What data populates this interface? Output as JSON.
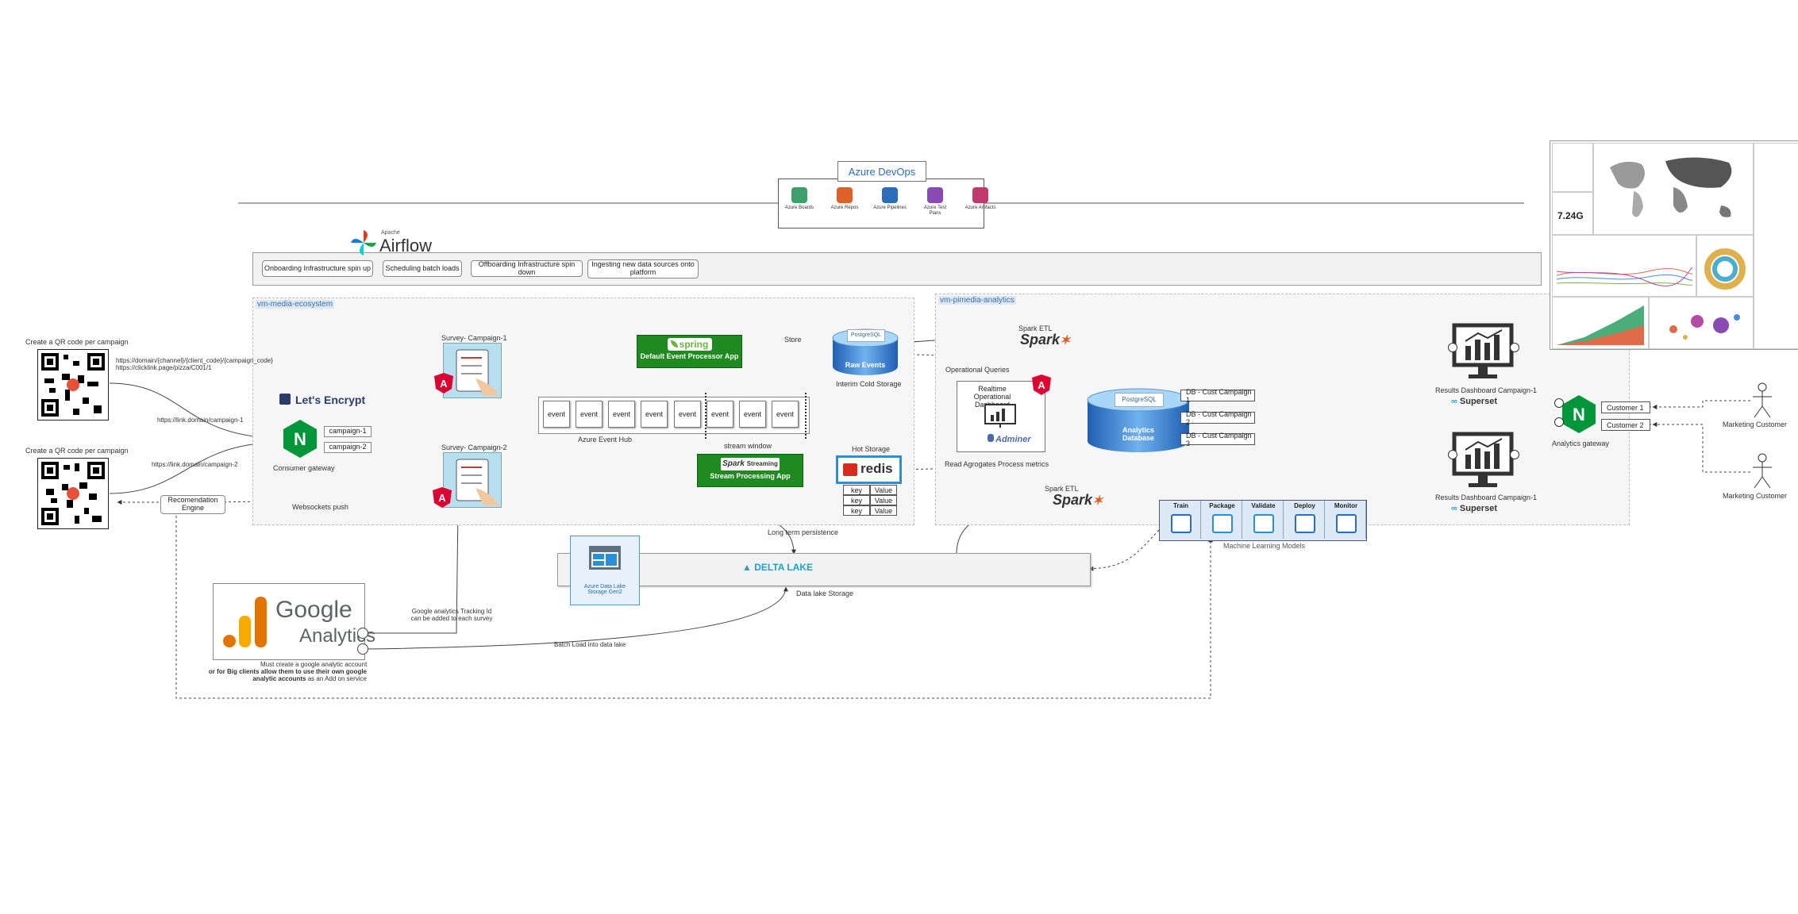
{
  "devops": {
    "title": "Azure DevOps",
    "tools": [
      "Azure Boards",
      "Azure Repos",
      "Azure Pipelines",
      "Azure Test Plans",
      "Azure Artifacts"
    ]
  },
  "airflow": {
    "apache": "Apache",
    "name": "Airflow",
    "tasks": [
      "Onboarding Infrastructure spin up",
      "Scheduling batch loads",
      "Offboarding Infrastructure spin down",
      "Ingesting new data sources onto platform"
    ]
  },
  "regions": {
    "ecosystem": "vm-media-ecosystem",
    "analytics": "vm-pimedia-analytics"
  },
  "qr": {
    "title1": "Create a QR code per campaign",
    "title2": "Create a QR code per campaign",
    "url_pattern": "https://domain/{channel}/{client_code}/{campaign_code}",
    "url_example": "https://clicklink.page/pizza/C001/1",
    "link1": "https://link.domain/campaign-1",
    "link2": "https://link.domain/campaign-2"
  },
  "gateway": {
    "letsencrypt": "Let's Encrypt",
    "label": "Consumer gateway",
    "route1": "campaign-1",
    "route2": "campaign-2"
  },
  "surveys": {
    "s1": "Survey- Campaign-1",
    "s2": "Survey- Campaign-2"
  },
  "recommendation": {
    "label": "Recomendation Engine",
    "push": "Websockets push"
  },
  "spring_app": {
    "brand": "spring",
    "label": "Default Event Processor App"
  },
  "event_hub": {
    "label": "Azure Event Hub",
    "events": [
      "event",
      "event",
      "event",
      "event",
      "event",
      "event",
      "event",
      "event"
    ],
    "window": "stream window"
  },
  "raw_events": {
    "db": "PostgreSQL",
    "label": "Raw Events",
    "caption": "Interim Cold Storage",
    "store": "Store"
  },
  "stream_app": {
    "brand": "Spark",
    "streaming": "Streaming",
    "label": "Stream Processing App"
  },
  "hot_storage": {
    "title": "Hot Storage",
    "brand": "redis",
    "rows": [
      [
        "key",
        "Value"
      ],
      [
        "key",
        "Value"
      ],
      [
        "key",
        "Value"
      ]
    ]
  },
  "realtime": {
    "title": "Realtime Operational Dashboard",
    "adminer": "Adminer",
    "ops_queries": "Operational Queries",
    "read_agg": "Read Agrogates Process metrics"
  },
  "spark_etl": {
    "top": "Spark ETL",
    "bottom": "Spark ETL",
    "brand": "Spark"
  },
  "analytics_db": {
    "db": "PostgreSQL",
    "label": "Analytics Database",
    "campaigns": [
      "DB - Cust Campaign 1",
      "DB - Cust Campaign 2",
      "DB - Cust Campaign 3"
    ]
  },
  "ml": {
    "stages": [
      "Train",
      "Package",
      "Validate",
      "Deploy",
      "Monitor"
    ],
    "caption": "Machine Learning Models"
  },
  "delta": {
    "brand": "DELTA LAKE",
    "caption": "Data lake Storage",
    "long_term": "Long term persistence",
    "adls": "Azure Data Lake Storage Gen2"
  },
  "google": {
    "brand1": "Google",
    "brand2": "Analytics",
    "tracking": "Google analytics Tracking Id can be added to each survey",
    "batch": "Batch Load into data lake",
    "note1": "Must create a google analytic account",
    "note2_bold": "or for Big clients allow them to use their own google analytic accounts",
    "note2_tail": " as  an Add on service"
  },
  "dashboards": {
    "top": "Results Dashboard Campaign-1",
    "bottom": "Results Dashboard Campaign-1",
    "brand": "Superset",
    "analytics_gateway": "Analytics gateway",
    "customers": [
      "Customer 1",
      "Customer 2"
    ],
    "marketing": [
      "Marketing Customer",
      "Marketing Customer"
    ]
  },
  "preview": {
    "stat": "7.24G"
  },
  "colors": {
    "accent_blue": "#3c6fa8",
    "spring_green": "#1f8a1f",
    "nginx_green": "#009639",
    "redis_red": "#d82c20",
    "angular_red": "#dd0031"
  }
}
